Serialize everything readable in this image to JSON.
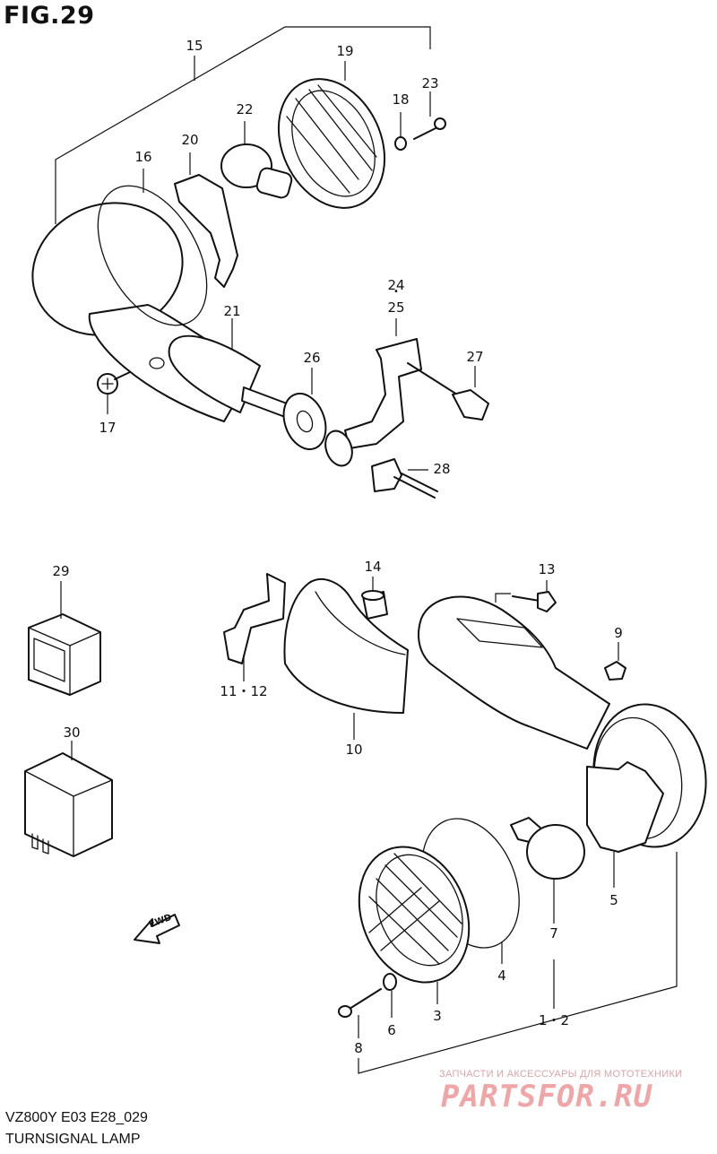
{
  "figure": {
    "title": "FIG.29",
    "model_code": "VZ800Y E03 E28_029",
    "caption": "TURNSIGNAL LAMP"
  },
  "watermark": {
    "tagline": "ЗАПЧАСТИ И АКСЕССУАРЫ ДЛЯ МОТОТЕХНИКИ",
    "brand": "PARTSFOR.RU"
  },
  "fwd_marker": "FWD",
  "part_labels": {
    "p15": "15",
    "p19": "19",
    "p23": "23",
    "p18": "18",
    "p22": "22",
    "p20": "20",
    "p16": "16",
    "p24": "24",
    "p24dot": "•",
    "p25": "25",
    "p21": "21",
    "p26": "26",
    "p27": "27",
    "p17": "17",
    "p28": "28",
    "p29": "29",
    "p14": "14",
    "p13": "13",
    "p9": "9",
    "p11_12": "11・12",
    "p10": "10",
    "p30": "30",
    "p5": "5",
    "p7": "7",
    "p4": "4",
    "p3": "3",
    "p6": "6",
    "p8": "8",
    "p1_2": "1・2"
  }
}
